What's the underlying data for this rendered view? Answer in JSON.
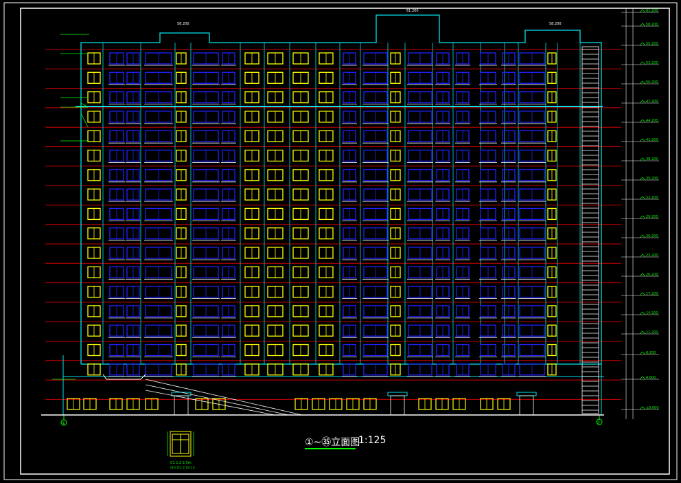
{
  "drawing": {
    "title": "①~㉟立面图",
    "scale": "1:125",
    "axis_left": "①",
    "axis_right": "㉟",
    "top_levels": [
      "58.200",
      "61.200",
      "58.200"
    ],
    "level_marks": [
      "61.200",
      "58.200",
      "55.200",
      "53.200",
      "50.200",
      "47.200",
      "44.200",
      "41.200",
      "38.200",
      "35.200",
      "32.200",
      "29.200",
      "26.200",
      "23.200",
      "20.200",
      "17.200",
      "14.200",
      "11.200",
      "8.200",
      "4.600",
      "±0.000"
    ],
    "detail_note_1": "C1 1.2 2.5m",
    "detail_note_2": "GF3 1C1 Z 1N 2 0",
    "colors": {
      "background": "#000000",
      "outline": "#00e5ee",
      "window_blue": "#1a1aff",
      "window_yellow": "#ffff00",
      "floor_line": "#cc0000",
      "ground": "#ffffff",
      "label": "#00ff00"
    }
  }
}
